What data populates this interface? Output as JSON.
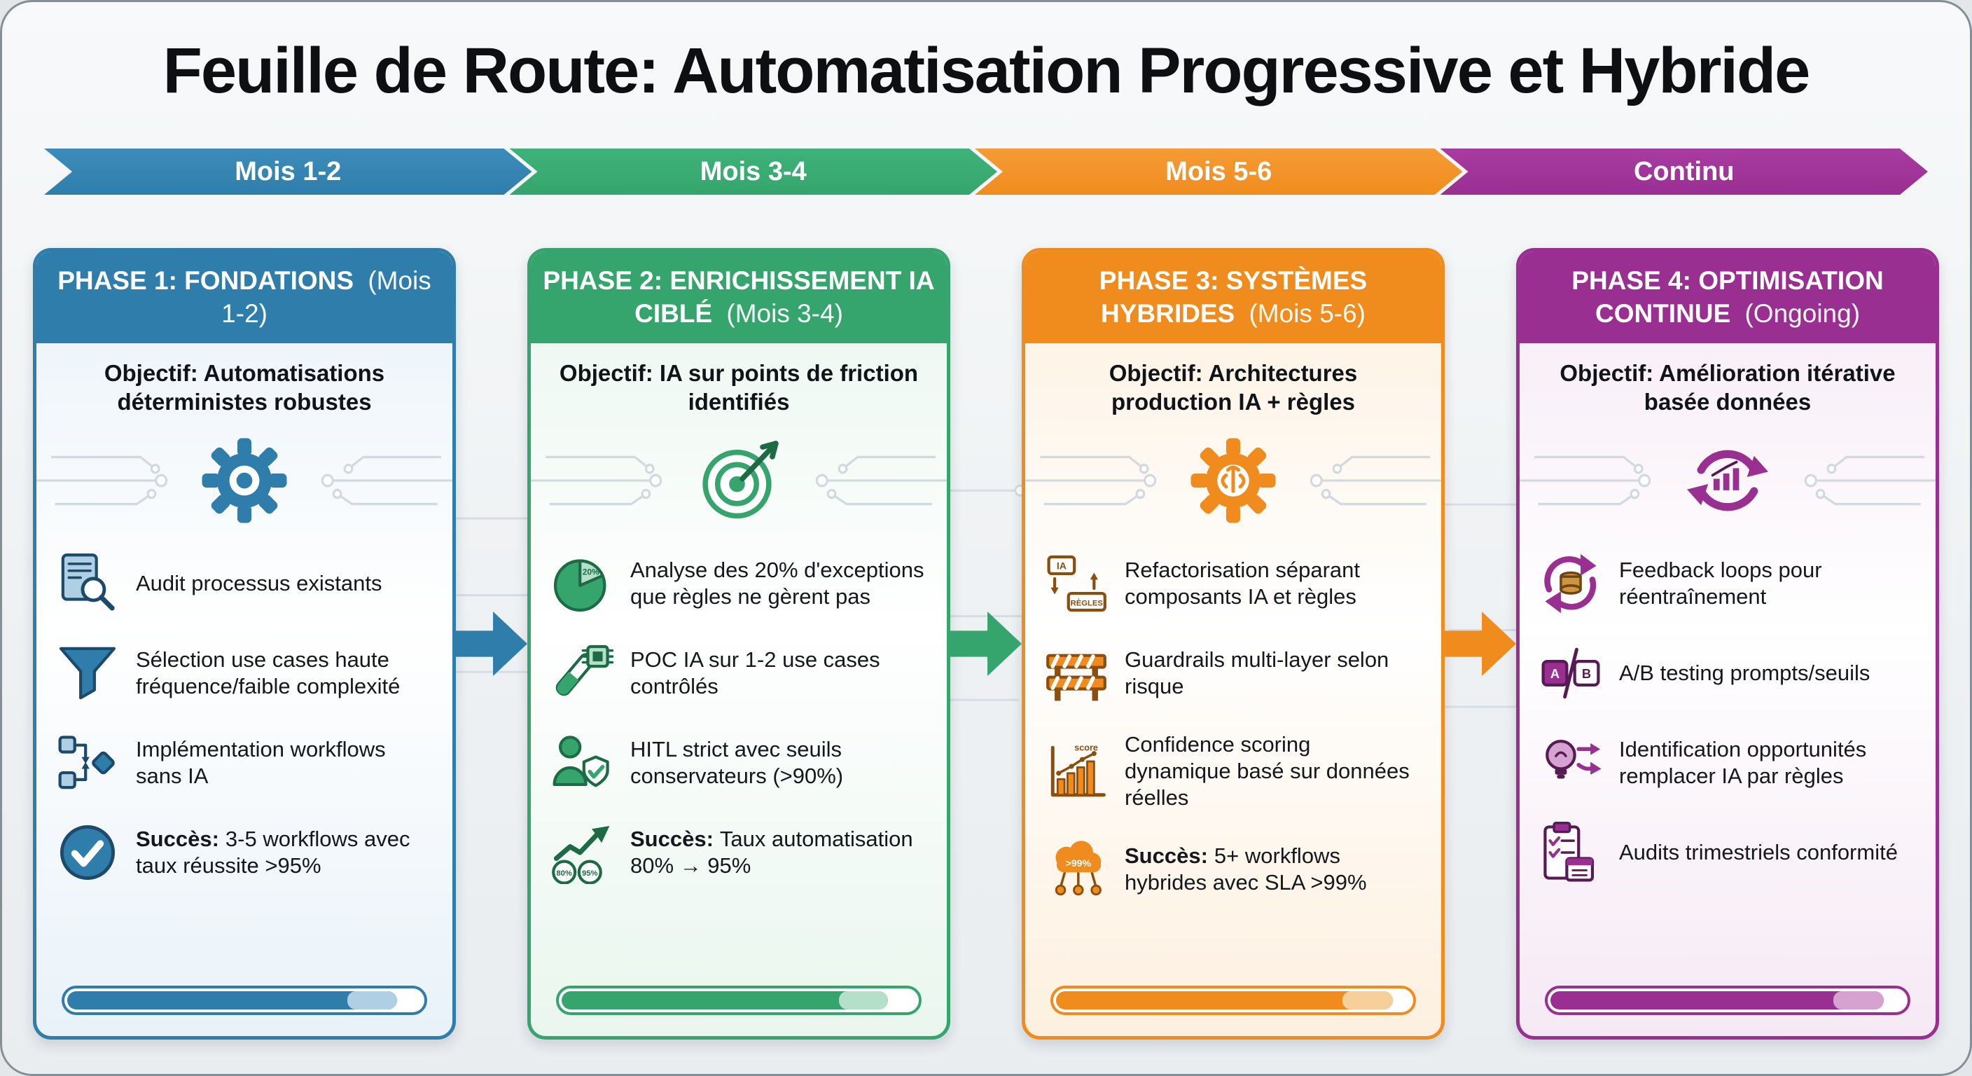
{
  "title": "Feuille de Route: Automatisation Progressive et Hybride",
  "timeline": [
    {
      "label": "Mois 1-2",
      "color": "#2f7dab"
    },
    {
      "label": "Mois 3-4",
      "color": "#35a56d"
    },
    {
      "label": "Mois 5-6",
      "color": "#f08c1e"
    },
    {
      "label": "Continu",
      "color": "#9a2f92"
    }
  ],
  "phases": [
    {
      "name": "PHASE 1: FONDATIONS",
      "period": "(Mois 1-2)",
      "objective": "Objectif: Automatisations déterministes robustes",
      "color": "#2f7dab",
      "header_icon": "gear-icon",
      "items": [
        {
          "icon": "audit-document-icon",
          "prefix": "",
          "text": "Audit processus existants"
        },
        {
          "icon": "funnel-icon",
          "prefix": "",
          "text": "Sélection use cases haute fréquence/faible complexité"
        },
        {
          "icon": "workflow-icon",
          "prefix": "",
          "text": "Implémentation workflows sans IA"
        },
        {
          "icon": "check-circle-icon",
          "prefix": "Succès:",
          "text": "3-5 workflows avec taux réussite >95%"
        }
      ],
      "progress": 93
    },
    {
      "name": "PHASE 2: ENRICHISSEMENT IA CIBLÉ",
      "period": "(Mois 3-4)",
      "objective": "Objectif: IA sur points de friction identifiés",
      "color": "#35a56d",
      "header_icon": "brain-target-icon",
      "items": [
        {
          "icon": "pie-chart-icon",
          "icon_label": "20%",
          "prefix": "",
          "text": "Analyse des 20% d'exceptions que règles ne gèrent pas"
        },
        {
          "icon": "poc-testtube-chip-icon",
          "prefix": "",
          "text": "POC IA sur 1-2 use cases contrôlés"
        },
        {
          "icon": "hitl-person-shield-icon",
          "prefix": "",
          "text": "HITL strict avec seuils conservateurs (>90%)"
        },
        {
          "icon": "growth-arrow-icon",
          "icon_labels": [
            "80%",
            "95%"
          ],
          "prefix": "Succès:",
          "text": "Taux automatisation 80% → 95%"
        }
      ],
      "progress": 92
    },
    {
      "name": "PHASE 3: SYSTÈMES HYBRIDES",
      "period": "(Mois 5-6)",
      "objective": "Objectif: Architectures production IA + règles",
      "color": "#f08c1e",
      "header_icon": "brain-gear-icon",
      "items": [
        {
          "icon": "ia-rules-boxes-icon",
          "icon_labels": [
            "IA",
            "RÈGLES"
          ],
          "prefix": "",
          "text": "Refactorisation séparant composants IA et règles"
        },
        {
          "icon": "guardrail-barrier-icon",
          "prefix": "",
          "text": "Guardrails multi-layer selon risque"
        },
        {
          "icon": "score-chart-icon",
          "icon_label": "score",
          "prefix": "",
          "text": "Confidence scoring dynamique basé sur données réelles"
        },
        {
          "icon": "sla-cloud-icon",
          "icon_label": ">99%",
          "prefix": "Succès:",
          "text": "5+ workflows hybrides avec SLA >99%"
        }
      ],
      "progress": 95
    },
    {
      "name": "PHASE 4: OPTIMISATION CONTINUE",
      "period": "(Ongoing)",
      "objective": "Objectif: Amélioration itérative basée données",
      "color": "#9a2f92",
      "header_icon": "cycle-chart-icon",
      "items": [
        {
          "icon": "feedback-loop-icon",
          "prefix": "",
          "text": "Feedback loops pour réentraînement"
        },
        {
          "icon": "ab-testing-icon",
          "icon_labels": [
            "A",
            "B"
          ],
          "prefix": "",
          "text": "A/B testing prompts/seuils"
        },
        {
          "icon": "lightbulb-arrows-icon",
          "prefix": "",
          "text": "Identification opportunités remplacer IA par règles"
        },
        {
          "icon": "clipboard-audit-icon",
          "prefix": "",
          "text": "Audits trimestriels conformité"
        }
      ],
      "progress": 94
    }
  ]
}
